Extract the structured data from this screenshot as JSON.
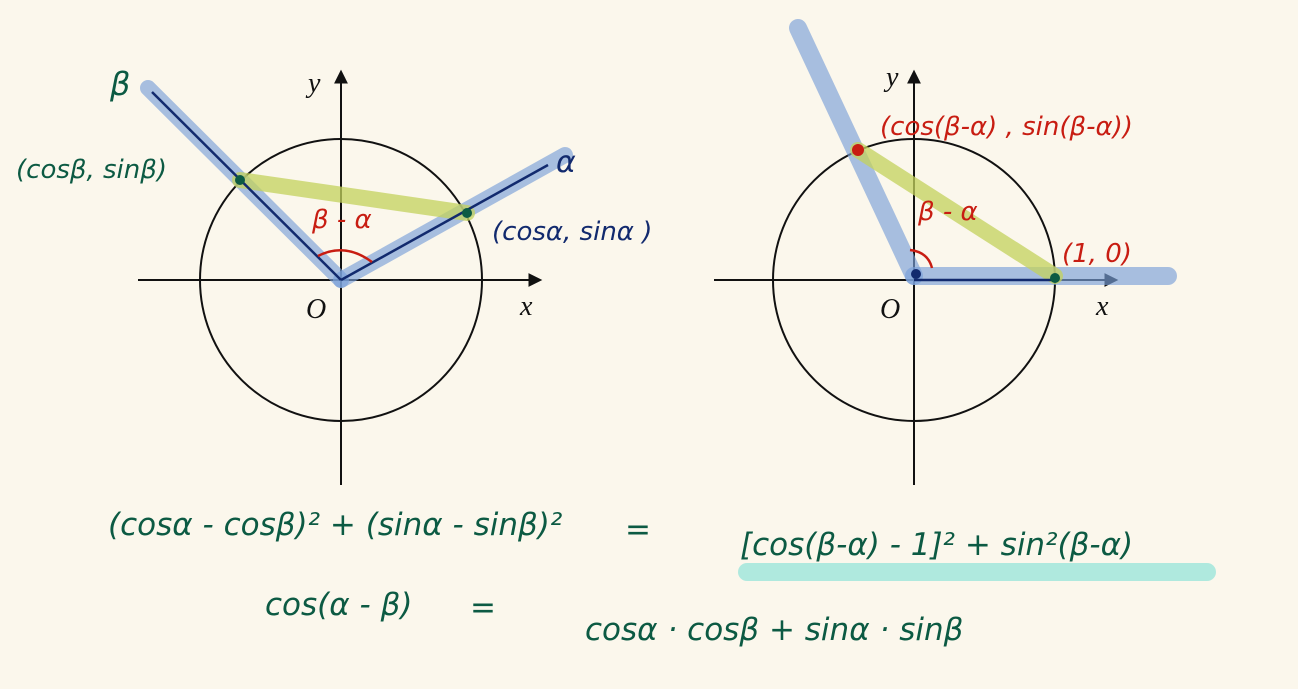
{
  "left_diagram": {
    "axis_y": "y",
    "axis_x": "x",
    "origin": "O",
    "beta_label": "β",
    "alpha_label": "α",
    "point_beta": "(cosβ, sinβ)",
    "point_alpha": "(cosα, sinα )",
    "angle_label": "β - α"
  },
  "right_diagram": {
    "axis_y": "y",
    "axis_x": "x",
    "origin": "O",
    "point_rotated": "(cos(β-α) , sin(β-α))",
    "point_unit": "(1, 0)",
    "angle_label": "β - α"
  },
  "equations": {
    "line1_left": "(cosα - cosβ)² + (sinα - sinβ)²",
    "line1_equals": "=",
    "line1_right": "[cos(β-α) - 1]² + sin²(β-α)",
    "line2_left": "cos(α - β)",
    "line2_equals": "=",
    "line2_right": "cosα · cosβ + sinα · sinβ"
  },
  "colors": {
    "background": "#fbf7ec",
    "blue_highlight": "#7a9fd8",
    "yellow_highlight": "#c3d15c",
    "cyan_highlight": "#8fe3d8",
    "navy_ink": "#122a6e",
    "green_ink": "#0c5a43",
    "red_ink": "#c81d12"
  }
}
